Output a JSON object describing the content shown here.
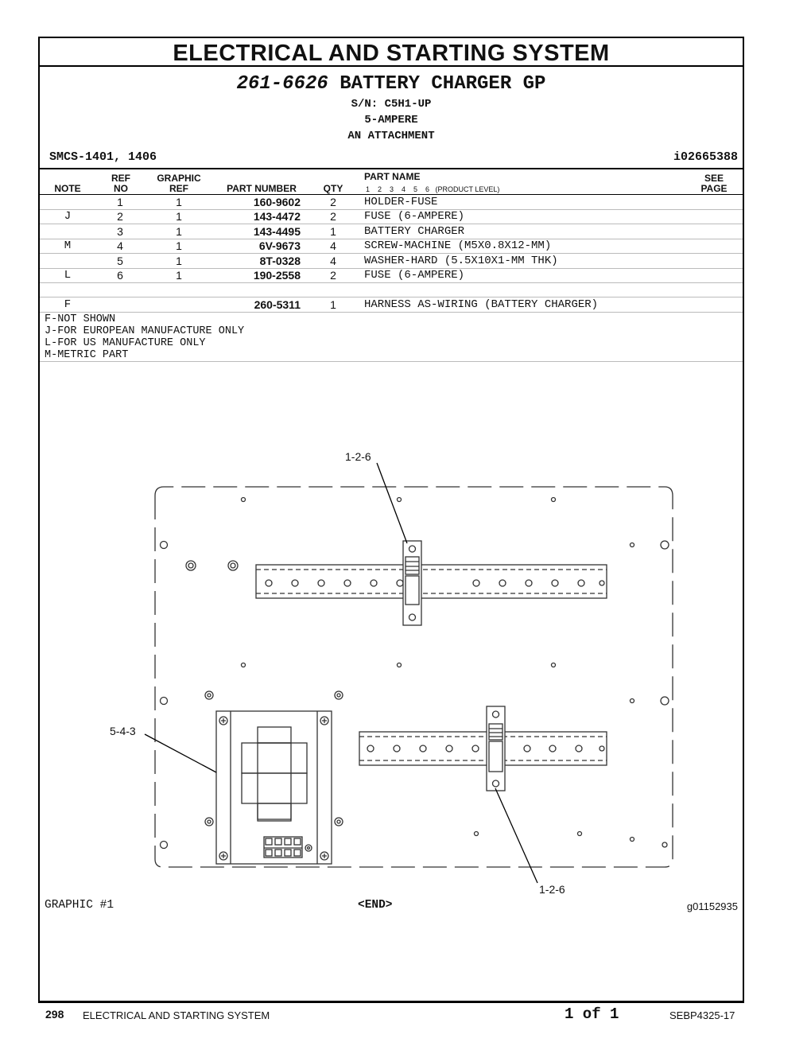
{
  "header": {
    "title": "ELECTRICAL AND STARTING SYSTEM",
    "group_number": "261-6626",
    "group_name": "BATTERY CHARGER GP",
    "serial": "S/N: C5H1-UP",
    "rating": "5-AMPERE",
    "attachment": "AN ATTACHMENT",
    "smcs": "SMCS-1401, 1406",
    "ident": "i02665388"
  },
  "columns": {
    "note": "NOTE",
    "ref_top": "REF",
    "ref_bottom": "NO",
    "graphic_top": "GRAPHIC",
    "graphic_bottom": "REF",
    "part_number": "PART NUMBER",
    "qty": "QTY",
    "part_name": "PART NAME",
    "product_level": "1    2    3    4    5    6   (PRODUCT LEVEL)",
    "see_top": "SEE",
    "see_bottom": "PAGE"
  },
  "parts": [
    {
      "note": "",
      "ref": "1",
      "graphic": "1",
      "pn": "160-9602",
      "qty": "2",
      "name": "HOLDER-FUSE"
    },
    {
      "note": "J",
      "ref": "2",
      "graphic": "1",
      "pn": "143-4472",
      "qty": "2",
      "name": "FUSE (6-AMPERE)"
    },
    {
      "note": "",
      "ref": "3",
      "graphic": "1",
      "pn": "143-4495",
      "qty": "1",
      "name": "BATTERY CHARGER"
    },
    {
      "note": "M",
      "ref": "4",
      "graphic": "1",
      "pn": "6V-9673",
      "qty": "4",
      "name": "SCREW-MACHINE (M5X0.8X12-MM)"
    },
    {
      "note": "",
      "ref": "5",
      "graphic": "1",
      "pn": "8T-0328",
      "qty": "4",
      "name": "WASHER-HARD (5.5X10X1-MM THK)"
    },
    {
      "note": "L",
      "ref": "6",
      "graphic": "1",
      "pn": "190-2558",
      "qty": "2",
      "name": "FUSE (6-AMPERE)"
    },
    {
      "note": "",
      "ref": "",
      "graphic": "",
      "pn": "",
      "qty": "",
      "name": ""
    },
    {
      "note": "F",
      "ref": "",
      "graphic": "",
      "pn": "260-5311",
      "qty": "1",
      "name": "HARNESS AS-WIRING (BATTERY CHARGER)"
    }
  ],
  "notes": [
    "F-NOT SHOWN",
    "J-FOR EUROPEAN MANUFACTURE ONLY",
    "L-FOR US MANUFACTURE ONLY",
    "M-METRIC PART"
  ],
  "graphic": {
    "callout_top": "1-2-6",
    "callout_left": "5-4-3",
    "callout_bottom": "1-2-6",
    "label": "GRAPHIC #1",
    "end": "<END>",
    "graphic_id": "g01152935"
  },
  "footer": {
    "page_number": "298",
    "section": "ELECTRICAL AND STARTING SYSTEM",
    "page_of": "1 of 1",
    "doc_id": "SEBP4325-17"
  }
}
